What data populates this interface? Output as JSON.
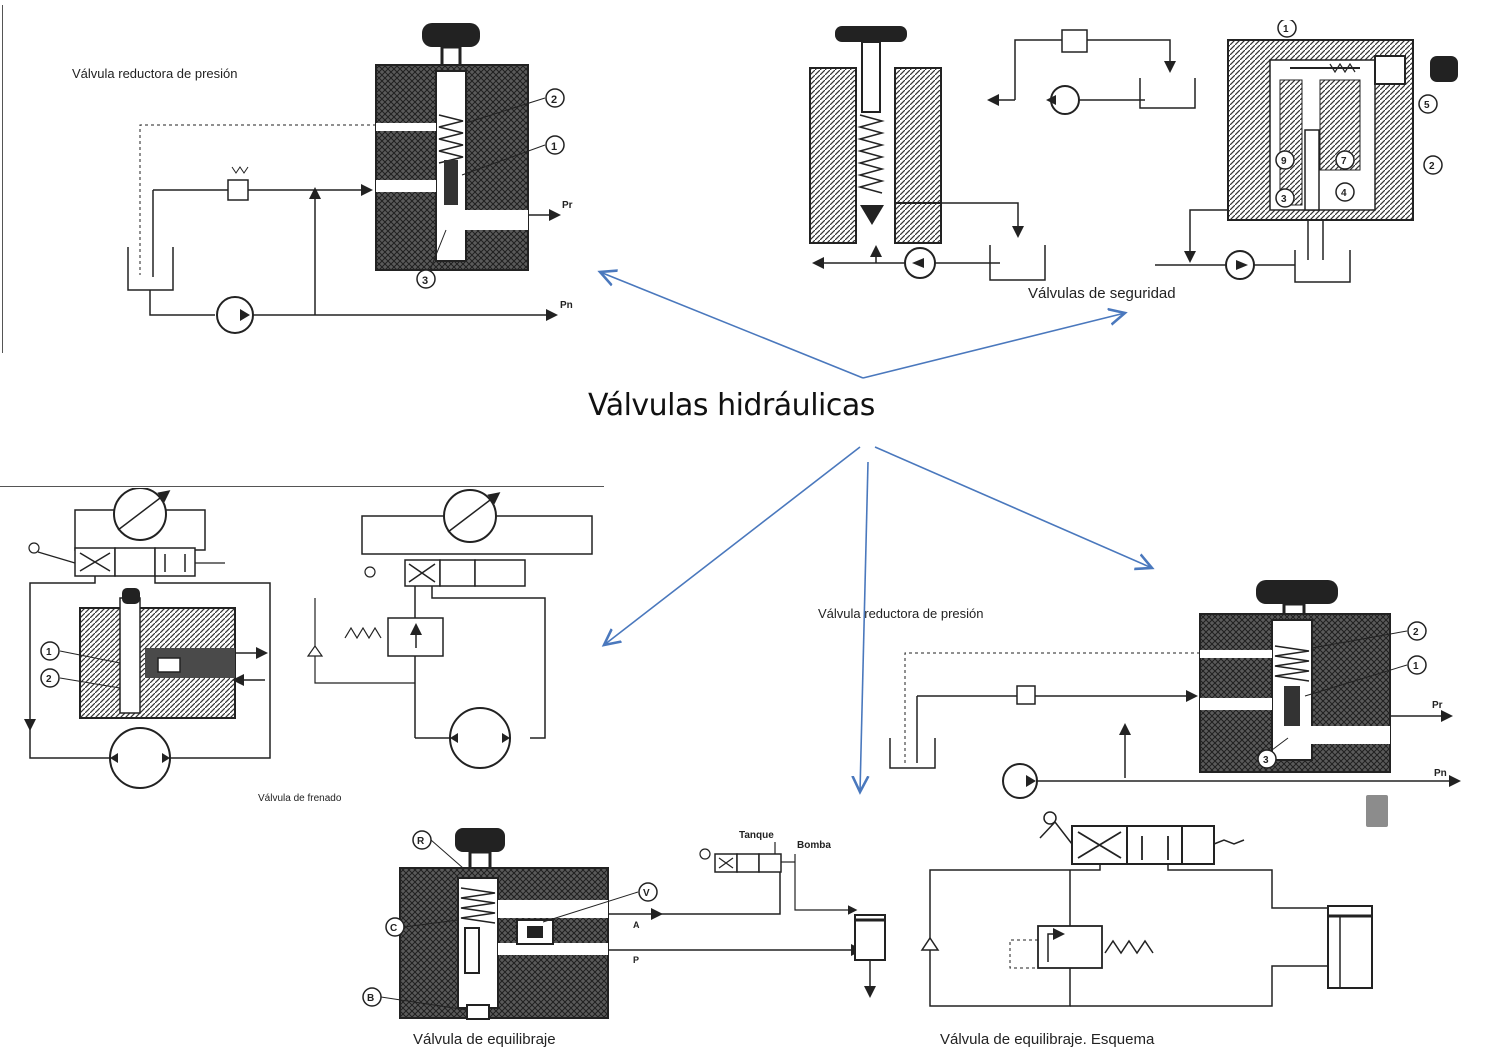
{
  "title": "Válvulas hidráulicas",
  "panels": {
    "reductora_top": {
      "caption": "Válvula reductora de presión",
      "callouts": [
        "1",
        "2",
        "3"
      ],
      "ports": [
        "Pr",
        "Pn"
      ]
    },
    "seguridad": {
      "caption": "Válvulas de seguridad",
      "callouts": [
        "1",
        "2",
        "3",
        "4",
        "5",
        "7",
        "9"
      ]
    },
    "frenado": {
      "caption": "Válvula de frenado",
      "callouts": [
        "1",
        "2"
      ]
    },
    "reductora_bottom": {
      "caption": "Válvula reductora de presión",
      "callouts": [
        "1",
        "2",
        "3"
      ],
      "ports": [
        "Pr",
        "Pn"
      ]
    },
    "equilibraje": {
      "caption": "Válvula de equilibraje",
      "callouts": [
        "R",
        "C",
        "V",
        "B"
      ],
      "ports": [
        "A",
        "P"
      ],
      "labels": [
        "Tanque",
        "Bomba"
      ]
    },
    "equilibraje_esquema": {
      "caption": "Válvula de equilibraje. Esquema"
    }
  },
  "colors": {
    "arrow": "#4a78bd",
    "hatch": "#3a3a3a",
    "line": "#222222"
  }
}
